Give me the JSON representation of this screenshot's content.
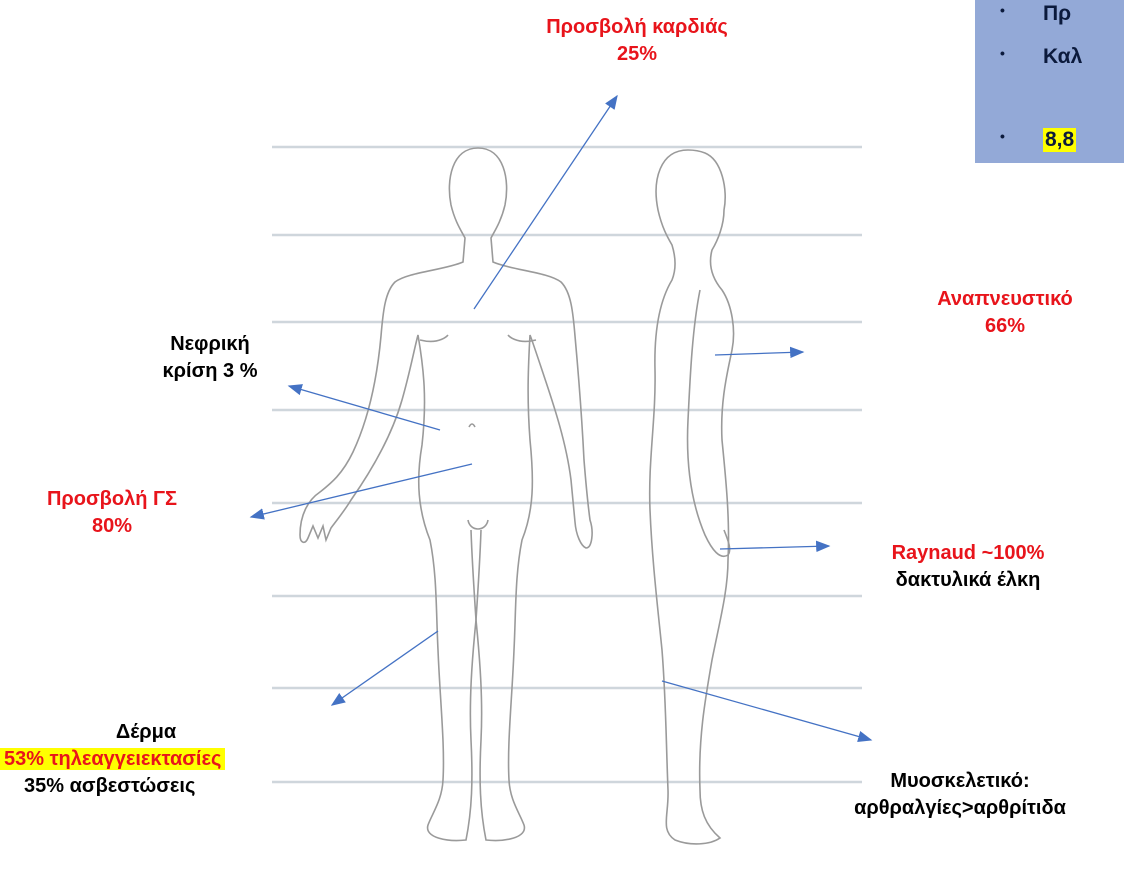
{
  "info_box": {
    "items": [
      {
        "bullet": "•",
        "text": "Πρ"
      },
      {
        "bullet": "•",
        "text": "Καλ"
      },
      {
        "bullet": "•",
        "text": "8,8"
      }
    ]
  },
  "labels": {
    "heart": {
      "line1": "Προσβολή καρδιάς",
      "line2": "25%"
    },
    "respiratory": {
      "line1": "Αναπνευστικό",
      "line2": "66%"
    },
    "renal": {
      "line1": "Νεφρική",
      "line2": "κρίση 3 %"
    },
    "gi": {
      "line1": "Προσβολή ΓΣ",
      "line2": "80%"
    },
    "raynaud": {
      "line1": "Raynaud ~100%",
      "line2": "δακτυλικά έλκη"
    },
    "skin": {
      "line1": "Δέρμα",
      "line2": "53% τηλεαγγειεκτασίες",
      "line3": "35% ασβεστώσεις"
    },
    "musculoskeletal": {
      "line1": "Μυοσκελετικό:",
      "line2": "αρθραλγίες>αρθρίτιδα"
    }
  },
  "colors": {
    "red": "#e8141b",
    "arrow": "#4472c4",
    "highlight": "#ffff00",
    "box": "#93a9d7"
  }
}
